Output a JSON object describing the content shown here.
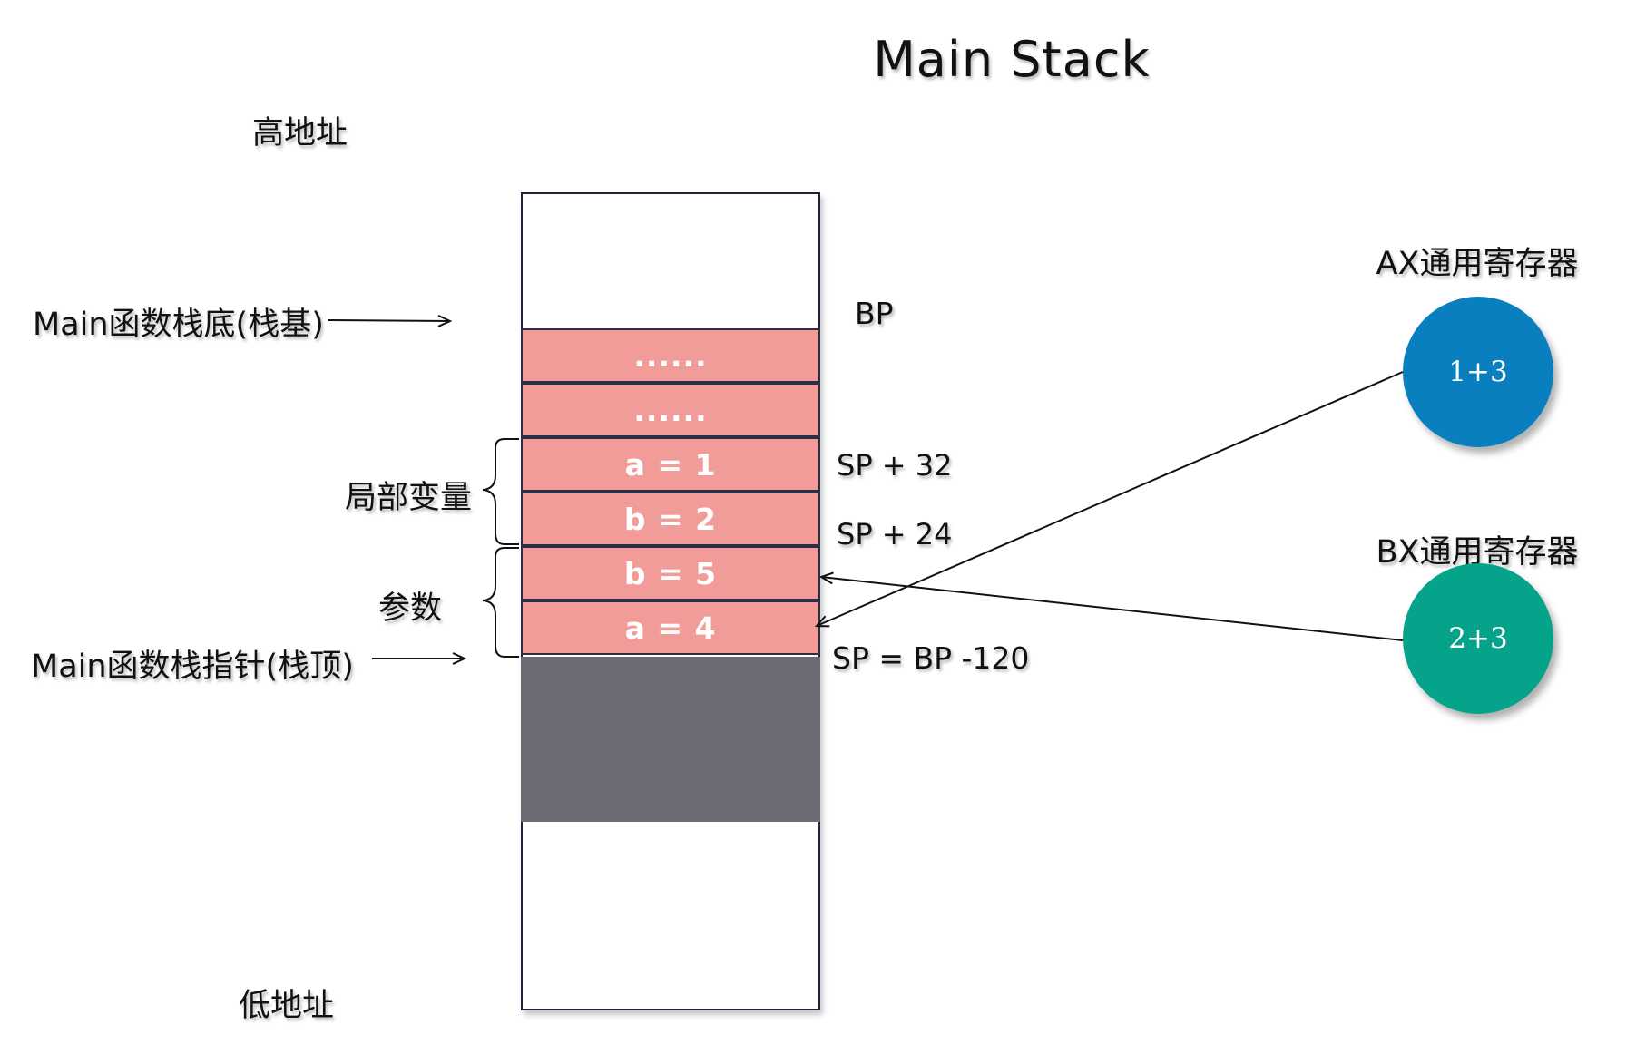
{
  "title": "Main Stack",
  "labels": {
    "high_address": "高地址",
    "low_address": "低地址",
    "stack_base": "Main函数栈底(栈基)",
    "stack_pointer": "Main函数栈指针(栈顶)",
    "local_vars": "局部变量",
    "params": "参数",
    "bp": "BP",
    "sp_32": "SP + 32",
    "sp_24": "SP + 24",
    "sp_bp": "SP = BP -120"
  },
  "stack_cells": [
    "......",
    "......",
    "a = 1",
    "b = 2",
    "b = 5",
    "a = 4"
  ],
  "registers": {
    "ax": {
      "title": "AX通用寄存器",
      "value": "1+3",
      "color": "#0a7fbf"
    },
    "bx": {
      "title": "BX通用寄存器",
      "value": "2+3",
      "color": "#05a48a"
    }
  },
  "colors": {
    "stack_cell": "#f19c99",
    "unused_stack": "#6d6a75",
    "outline": "#1e2438"
  }
}
